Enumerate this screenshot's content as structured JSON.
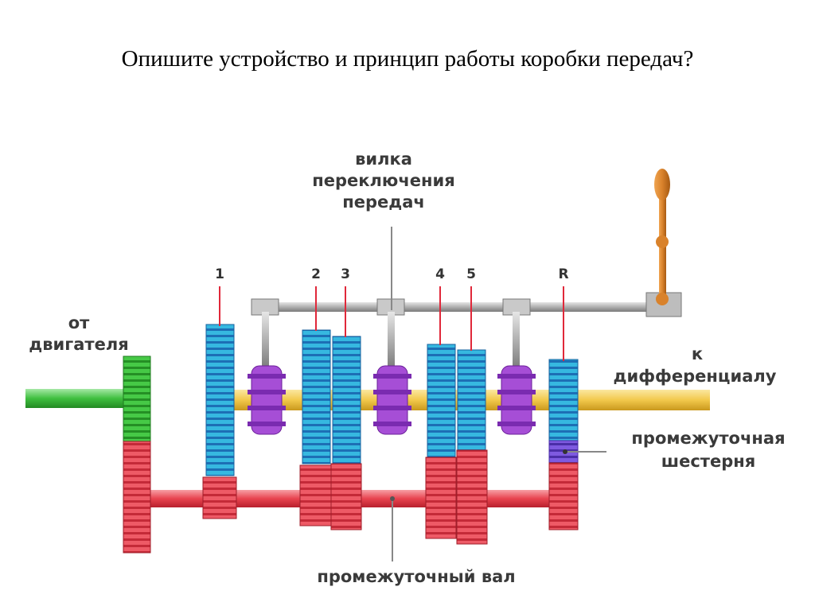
{
  "title": "Опишите устройство и принцип работы коробки передач?",
  "labels": {
    "fork_line1": "вилка",
    "fork_line2": "переключения",
    "fork_line3": "передач",
    "engine_line1": "от",
    "engine_line2": "двигателя",
    "diff_line1": "к",
    "diff_line2": "дифференциалу",
    "idler_line1": "промежуточная",
    "idler_line2": "шестерня",
    "countershaft": "промежуточный вал"
  },
  "gear_numbers": [
    "1",
    "2",
    "3",
    "4",
    "5",
    "R"
  ],
  "colors": {
    "input_shaft": "#3fbf3f",
    "output_shaft": "#f2c84b",
    "countershaft": "#e8434f",
    "main_gear": "#36b8e0",
    "sync": "#a64ed6",
    "idler": "#6a3fd0",
    "rod": "#b0b0b0",
    "lever": "#d9822b",
    "pointer": "#e0283a"
  }
}
